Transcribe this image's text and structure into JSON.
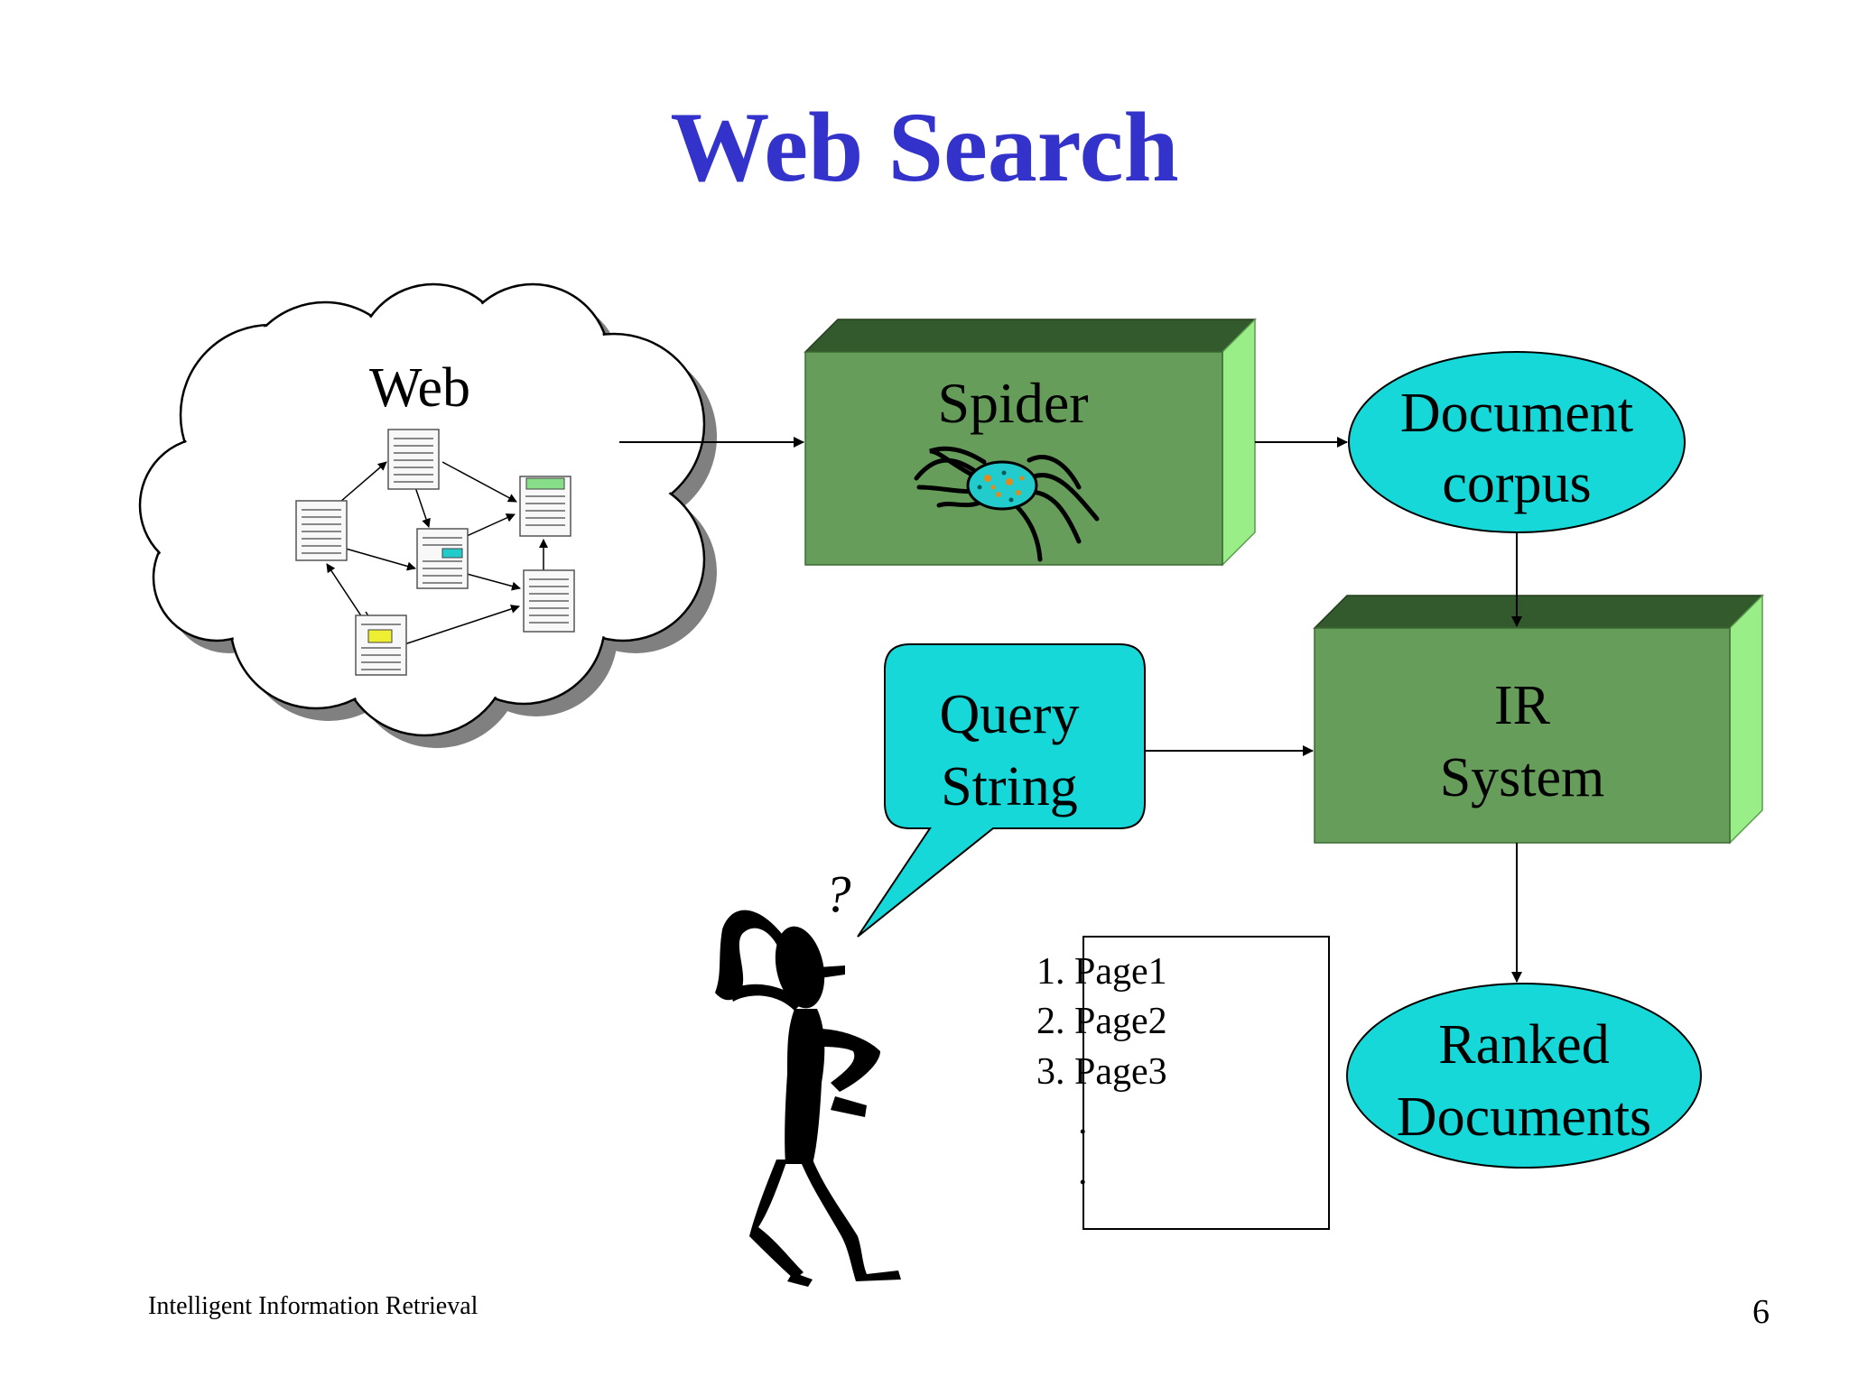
{
  "title": "Web Search",
  "nodes": {
    "web": "Web",
    "spider": "Spider",
    "corpus_line1": "Document",
    "corpus_line2": "corpus",
    "ir_line1": "IR",
    "ir_line2": "System",
    "query_line1": "Query",
    "query_line2": "String",
    "ranked_line1": "Ranked",
    "ranked_line2": "Documents"
  },
  "thought_mark": "?",
  "results": [
    "1. Page1",
    "2. Page2",
    "3. Page3",
    ".",
    "."
  ],
  "footer": {
    "course": "Intelligent Information Retrieval",
    "page_number": "6"
  },
  "colors": {
    "title": "#3333cc",
    "box_front": "#669d5a",
    "box_top": "#335a2c",
    "box_side": "#99ee88",
    "ellipse_fill": "#17d8d8",
    "cloud_shadow": "#808080"
  }
}
